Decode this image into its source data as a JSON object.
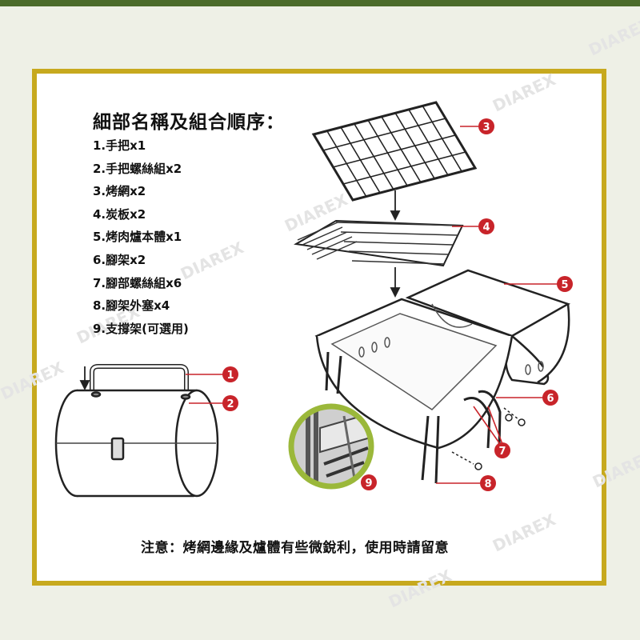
{
  "heading": "細部名稱及組合順序：",
  "parts": [
    "1.手把x1",
    "2.手把螺絲組x2",
    "3.烤網x2",
    "4.炭板x2",
    "5.烤肉爐本體x1",
    "6.腳架x2",
    "7.腳部螺絲組x6",
    "8.腳架外塞x4",
    "9.支撐架(可選用)"
  ],
  "note": "注意：烤網邊緣及爐體有些微銳利，使用時請留意",
  "watermark": "DIAREX",
  "callouts": [
    "1",
    "2",
    "3",
    "4",
    "5",
    "6",
    "7",
    "8",
    "9"
  ],
  "colors": {
    "frame": "#c7a91e",
    "callout": "#c8242a",
    "inset_ring": "#9bb83a",
    "accent_green": "#4b6b2a"
  }
}
